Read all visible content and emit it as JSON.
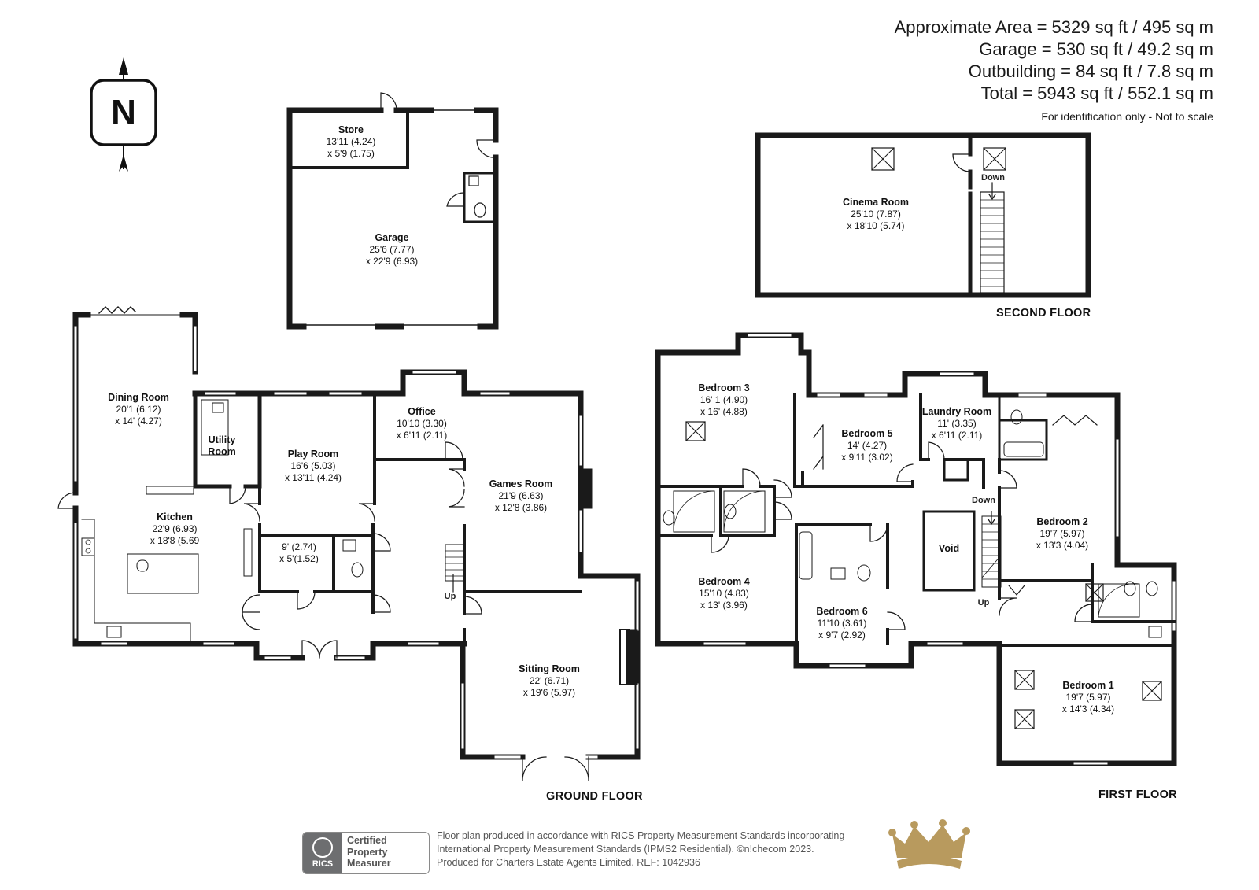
{
  "areas": {
    "approximate": "Approximate Area = 5329 sq ft / 495 sq m",
    "garage": "Garage = 530 sq ft / 49.2 sq m",
    "outbuilding": "Outbuilding = 84 sq ft / 7.8 sq m",
    "total": "Total = 5943 sq ft / 552.1 sq m",
    "note": "For identification only - Not to scale"
  },
  "compass": {
    "letter": "N"
  },
  "floors": {
    "ground": "GROUND FLOOR",
    "first": "FIRST FLOOR",
    "second": "SECOND FLOOR"
  },
  "rooms": {
    "store": {
      "name": "Store",
      "dim1": "13'11 (4.24)",
      "dim2": "x 5'9 (1.75)"
    },
    "garage": {
      "name": "Garage",
      "dim1": "25'6 (7.77)",
      "dim2": "x 22'9 (6.93)"
    },
    "dining": {
      "name": "Dining Room",
      "dim1": "20'1 (6.12)",
      "dim2": "x 14' (4.27)"
    },
    "utility": {
      "name1": "Utility",
      "name2": "Room"
    },
    "kitchen": {
      "name": "Kitchen",
      "dim1": "22'9 (6.93)",
      "dim2": "x 18'8 (5.69"
    },
    "play": {
      "name": "Play Room",
      "dim1": "16'6 (5.03)",
      "dim2": "x 13'11 (4.24)"
    },
    "office": {
      "name": "Office",
      "dim1": "10'10 (3.30)",
      "dim2": "x 6'11 (2.11)"
    },
    "games": {
      "name": "Games Room",
      "dim1": "21'9 (6.63)",
      "dim2": "x 12'8 (3.86)"
    },
    "small": {
      "dim1": "9' (2.74)",
      "dim2": "x 5'(1.52)"
    },
    "sitting": {
      "name": "Sitting Room",
      "dim1": "22' (6.71)",
      "dim2": "x 19'6 (5.97)"
    },
    "cinema": {
      "name": "Cinema Room",
      "dim1": "25'10 (7.87)",
      "dim2": "x 18'10 (5.74)"
    },
    "bed3": {
      "name": "Bedroom 3",
      "dim1": "16' 1 (4.90)",
      "dim2": "x 16' (4.88)"
    },
    "bed5": {
      "name": "Bedroom 5",
      "dim1": "14' (4.27)",
      "dim2": "x 9'11 (3.02)"
    },
    "laundry": {
      "name": "Laundry Room",
      "dim1": "11' (3.35)",
      "dim2": "x 6'11 (2.11)"
    },
    "bed2": {
      "name": "Bedroom 2",
      "dim1": "19'7 (5.97)",
      "dim2": "x 13'3 (4.04)"
    },
    "bed4": {
      "name": "Bedroom 4",
      "dim1": "15'10 (4.83)",
      "dim2": "x 13' (3.96)"
    },
    "void": {
      "name": "Void"
    },
    "bed6": {
      "name": "Bedroom 6",
      "dim1": "11'10 (3.61)",
      "dim2": "x 9'7 (2.92)"
    },
    "bed1": {
      "name": "Bedroom 1",
      "dim1": "19'7 (5.97)",
      "dim2": "x 14'3 (4.34)"
    }
  },
  "stairs": {
    "up": "Up",
    "down": "Down"
  },
  "footer": {
    "line1": "Floor plan produced in accordance with RICS Property Measurement Standards incorporating",
    "line2": "International Property Measurement Standards (IPMS2 Residential).  ©n!checom 2023.",
    "line3": "Produced for Charters Estate Agents Limited.   REF:  1042936",
    "badge_brand": "RICS",
    "badge_l1": "Certified",
    "badge_l2": "Property",
    "badge_l3": "Measurer"
  },
  "colors": {
    "wall": "#1a1a1a",
    "crown": "#b89a5e",
    "badge": "#6d6e70"
  }
}
